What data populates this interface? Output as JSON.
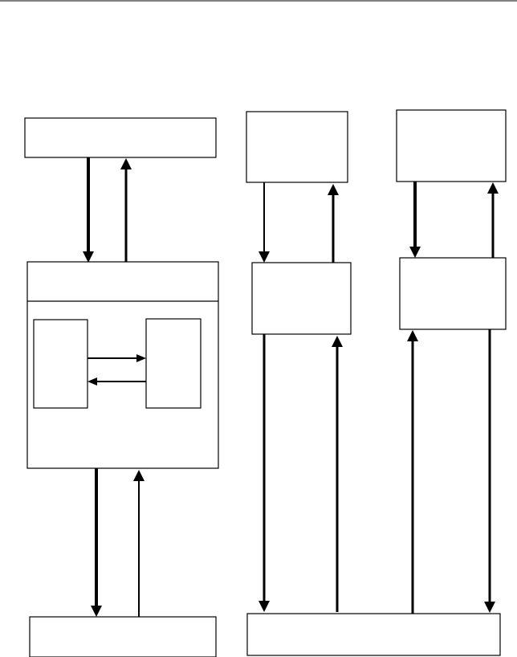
{
  "diagram": {
    "nodes": [
      {
        "id": "top-left-box",
        "label": ""
      },
      {
        "id": "top-middle-box",
        "label": ""
      },
      {
        "id": "top-right-box",
        "label": ""
      },
      {
        "id": "left-container-box",
        "label": ""
      },
      {
        "id": "inner-left-box",
        "label": ""
      },
      {
        "id": "inner-right-box",
        "label": ""
      },
      {
        "id": "middle-box",
        "label": ""
      },
      {
        "id": "right-box",
        "label": ""
      },
      {
        "id": "bottom-left-box",
        "label": ""
      },
      {
        "id": "bottom-right-box",
        "label": ""
      }
    ],
    "edges": [
      {
        "from": "top-left-box",
        "to": "left-container-box"
      },
      {
        "from": "left-container-box",
        "to": "top-left-box"
      },
      {
        "from": "top-middle-box",
        "to": "middle-box"
      },
      {
        "from": "middle-box",
        "to": "top-middle-box"
      },
      {
        "from": "top-right-box",
        "to": "right-box"
      },
      {
        "from": "right-box",
        "to": "top-right-box"
      },
      {
        "from": "inner-left-box",
        "to": "inner-right-box"
      },
      {
        "from": "inner-right-box",
        "to": "inner-left-box"
      },
      {
        "from": "left-container-box",
        "to": "bottom-left-box"
      },
      {
        "from": "bottom-left-box",
        "to": "left-container-box"
      },
      {
        "from": "middle-box",
        "to": "bottom-right-box"
      },
      {
        "from": "bottom-right-box",
        "to": "middle-box"
      },
      {
        "from": "bottom-right-box",
        "to": "right-box"
      },
      {
        "from": "right-box",
        "to": "bottom-right-box"
      }
    ]
  }
}
